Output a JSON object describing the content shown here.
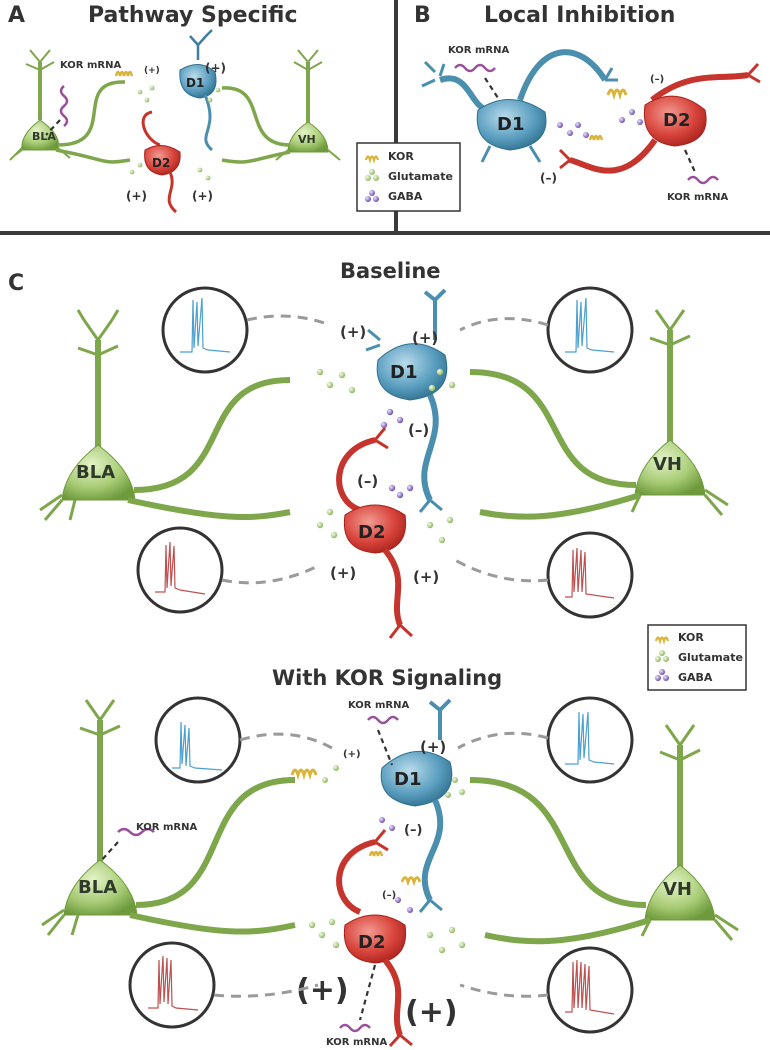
{
  "panels": {
    "a": {
      "letter": "A",
      "title": "Pathway Specific"
    },
    "b": {
      "letter": "B",
      "title": "Local Inhibition"
    },
    "c": {
      "letter": "C",
      "baseline_title": "Baseline",
      "kor_title": "With KOR Signaling"
    }
  },
  "neurons": {
    "bla": "BLA",
    "vh": "VH",
    "d1": "D1",
    "d2": "D2"
  },
  "signs": {
    "plus": "(+)",
    "minus": "(–)"
  },
  "mrna_label": "KOR mRNA",
  "legend": {
    "kor": "KOR",
    "glutamate": "Glutamate",
    "gaba": "GABA"
  },
  "colors": {
    "bla_vh": "#8bb05a",
    "d1": "#4a8fae",
    "d2": "#d03a32",
    "kor": "#d9b43a",
    "glutamate": "#b9d894",
    "gaba": "#8e6cc9",
    "mrna": "#9a4f9a",
    "trace_blue": "#4aa0d0",
    "trace_red": "#c05050"
  }
}
